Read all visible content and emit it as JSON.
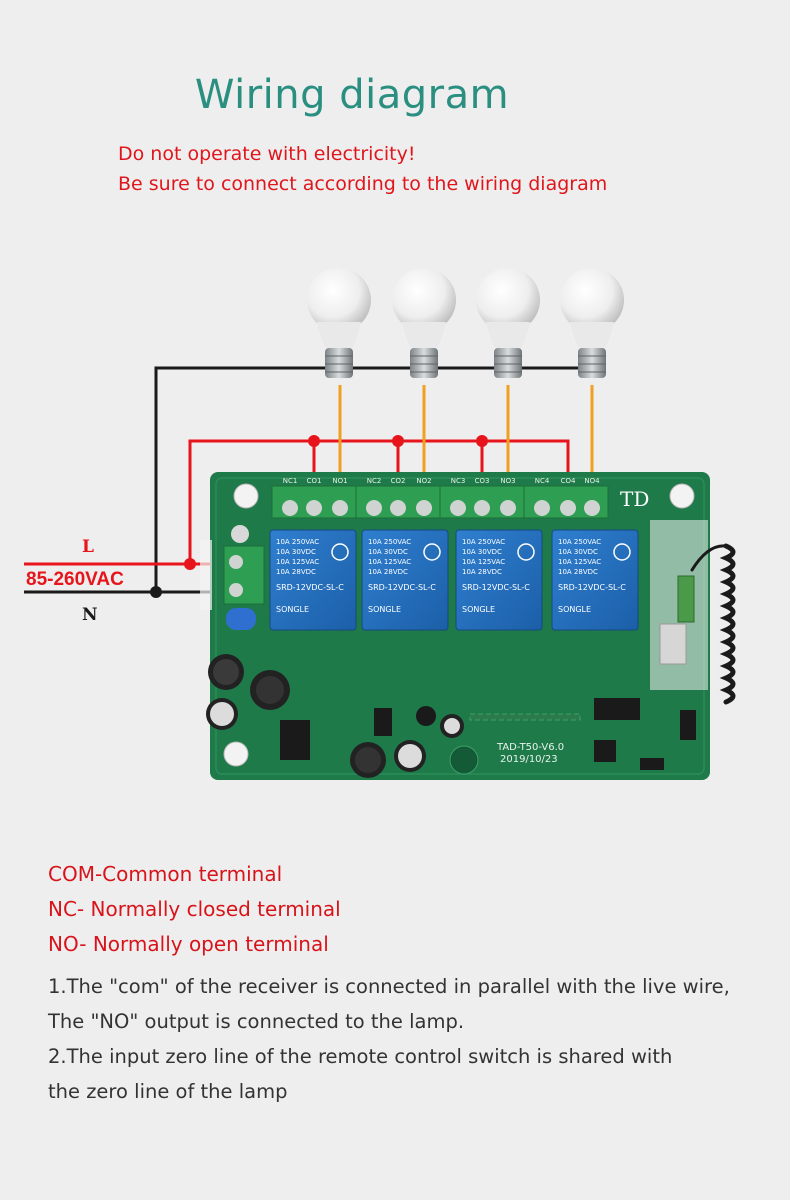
{
  "title": "Wiring diagram",
  "warnings": [
    "Do not operate with electricity!",
    "Be sure to connect according to the wiring diagram"
  ],
  "diagram": {
    "live_label": "L",
    "voltage_label": "85-260VAC",
    "neutral_label": "N",
    "brand_logo": "TD",
    "board_model": "TAD-T50-V6.0",
    "board_date": "2019/10/23",
    "relay_text": [
      "10A 250VAC",
      "10A 30VDC",
      "10A 125VAC",
      "10A 28VDC"
    ],
    "relay_model": "SRD-12VDC-SL-C",
    "relay_brand": "SONGLE",
    "terminal_labels": [
      "NC1",
      "CO1",
      "NO1",
      "NC2",
      "CO2",
      "NO2",
      "NC3",
      "CO3",
      "NO3",
      "NC4",
      "CO4",
      "NO4"
    ],
    "colors": {
      "live_wire": "#e8141c",
      "neutral_wire": "#1a1a1a",
      "lamp_wire": "#f0a020",
      "board": "#1f7a4a",
      "terminal": "#2e9e52"
    },
    "icons": [
      "light-bulb-icon",
      "relay-icon",
      "antenna-icon"
    ]
  },
  "legend": [
    "COM-Common terminal",
    "NC- Normally closed terminal",
    "NO- Normally open terminal"
  ],
  "notes": [
    "1.The \"com\" of the receiver is connected in parallel with the live wire,",
    "The \"NO\" output is connected to the lamp.",
    "2.The input zero line of the remote control switch is shared with",
    "the zero line of the lamp"
  ]
}
